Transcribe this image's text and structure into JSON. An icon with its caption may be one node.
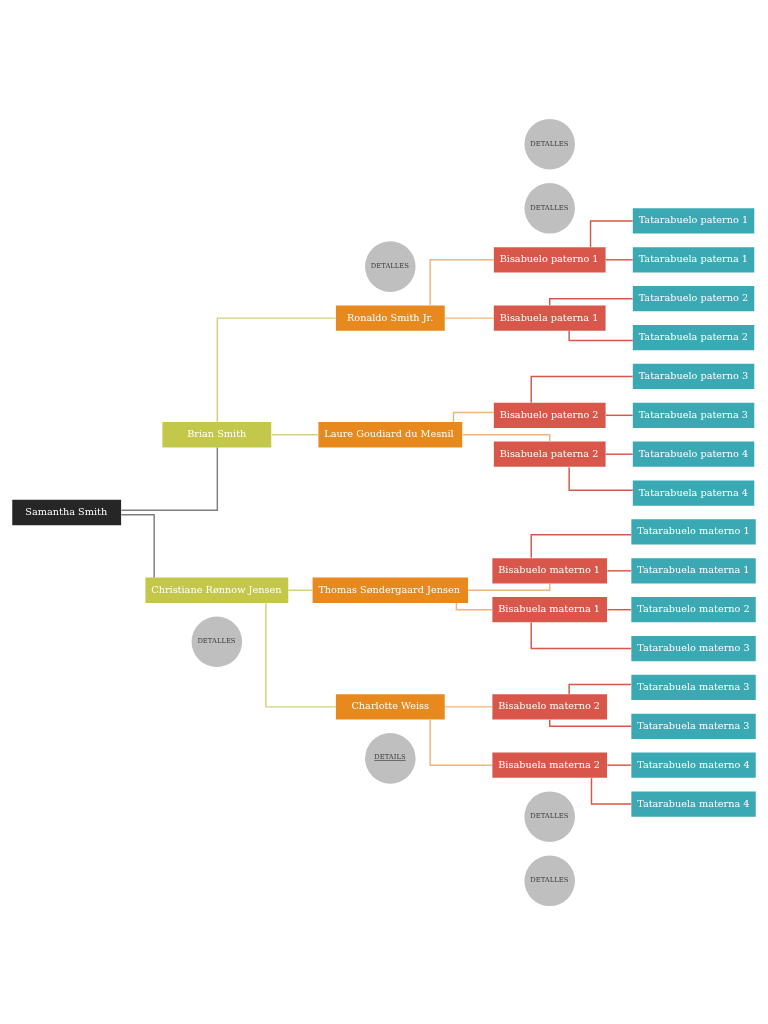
{
  "diagram": {
    "nodes": [
      {
        "text": [
          "Samantha Smith"
        ]
      },
      {
        "text": [
          "Brian Smith"
        ]
      },
      {
        "text": [
          "Christiane Rønnow Jensen"
        ]
      },
      {
        "text": [
          "Ronaldo Smith Jr."
        ]
      },
      {
        "text": [
          "Laure Goudiard du Mesnil"
        ]
      },
      {
        "text": [
          "Thomas Søndergaard Jensen"
        ]
      },
      {
        "text": [
          "Charlotte Weiss"
        ]
      },
      {
        "text": [
          "Bisabuelo paterno 1"
        ]
      },
      {
        "text": [
          "Bisabuela paterna 1"
        ]
      },
      {
        "text": [
          "Bisabuelo paterno 2"
        ]
      },
      {
        "text": [
          "Bisabuela paterna 2"
        ]
      },
      {
        "text": [
          "Bisabuelo materno 1"
        ]
      },
      {
        "text": [
          "Bisabuela materna 1"
        ]
      },
      {
        "text": [
          "Bisabuelo materno 2"
        ]
      },
      {
        "text": [
          "Bisabuela materna 2"
        ]
      },
      {
        "text": [
          "Tatarabuelo paterno 1"
        ]
      },
      {
        "text": [
          "Tatarabuela paterna 1"
        ]
      },
      {
        "text": [
          "Tatarabuelo paterno 2"
        ]
      },
      {
        "text": [
          "Tatarabuela paterna 2"
        ]
      },
      {
        "text": [
          "Tatarabuelo paterno 3"
        ]
      },
      {
        "text": [
          "Tatarabuela paterna 3"
        ]
      },
      {
        "text": [
          "Tatarabuelo paterno 4"
        ]
      },
      {
        "text": [
          "Tatarabuela paterna 4"
        ]
      },
      {
        "text": [
          "Tatarabuelo materno 1"
        ]
      },
      {
        "text": [
          "Tatarabuela materna 1"
        ]
      },
      {
        "text": [
          "Tatarabuelo materno 2"
        ]
      },
      {
        "text": [
          "Tatarabuelo materno 3"
        ]
      },
      {
        "text": [
          "Tatarabuela materna 3"
        ]
      },
      {
        "text": [
          "Tatarabuela materna 3"
        ]
      },
      {
        "text": [
          "Tatarabuelo materno 4"
        ]
      },
      {
        "text": [
          "Tatarabuela materna 4"
        ]
      },
      {
        "text": [
          "DETALLES"
        ]
      },
      {
        "text": [
          "DETAILS"
        ]
      },
      {
        "text": [
          "DETALLES"
        ]
      },
      {
        "text": [
          "DETALLES"
        ]
      },
      {
        "text": [
          "DETALLES"
        ]
      },
      {
        "text": [
          "DETALLES"
        ]
      },
      {
        "text": [
          "DETALLES"
        ]
      }
    ],
    "edges": [
      {
        "from": 0,
        "to": 1,
        "arrow": "none",
        "color": "#7f7f7f"
      },
      {
        "from": 0,
        "to": 2,
        "arrow": "none",
        "color": "#7f7f7f"
      },
      {
        "from": 1,
        "to": 3,
        "arrow": "none",
        "color": "#d2d27e"
      },
      {
        "from": 1,
        "to": 4,
        "arrow": "none",
        "color": "#d2d27e"
      },
      {
        "from": 2,
        "to": 5,
        "arrow": "none",
        "color": "#d2d27e"
      },
      {
        "from": 2,
        "to": 6,
        "arrow": "none",
        "color": "#d2d27e"
      },
      {
        "from": 3,
        "to": 7,
        "arrow": "none",
        "color": "#f2b47a"
      },
      {
        "from": 3,
        "to": 8,
        "arrow": "none",
        "color": "#f2b47a"
      },
      {
        "from": 4,
        "to": 9,
        "arrow": "none",
        "color": "#f2b47a"
      },
      {
        "from": 4,
        "to": 10,
        "arrow": "none",
        "color": "#f2b47a"
      },
      {
        "from": 5,
        "to": 11,
        "arrow": "none",
        "color": "#f2b47a"
      },
      {
        "from": 5,
        "to": 12,
        "arrow": "none",
        "color": "#f2b47a"
      },
      {
        "from": 6,
        "to": 13,
        "arrow": "none",
        "color": "#f2b47a"
      },
      {
        "from": 6,
        "to": 14,
        "arrow": "none",
        "color": "#f2b47a"
      },
      {
        "from": 7,
        "to": 15,
        "arrow": "none"
      },
      {
        "from": 7,
        "to": 16,
        "arrow": "none"
      },
      {
        "from": 8,
        "to": 17,
        "arrow": "none"
      },
      {
        "from": 8,
        "to": 18,
        "arrow": "none"
      },
      {
        "from": 9,
        "to": 19,
        "arrow": "none"
      },
      {
        "from": 9,
        "to": 20,
        "arrow": "none"
      },
      {
        "from": 10,
        "to": 21,
        "arrow": "none"
      },
      {
        "from": 10,
        "to": 22,
        "arrow": "none"
      },
      {
        "from": 11,
        "to": 23,
        "arrow": "none"
      },
      {
        "from": 11,
        "to": 24,
        "arrow": "none"
      },
      {
        "from": 12,
        "to": 25,
        "arrow": "none"
      },
      {
        "from": 12,
        "to": 26,
        "arrow": "none"
      },
      {
        "from": 13,
        "to": 27,
        "arrow": "none"
      },
      {
        "from": 13,
        "to": 28,
        "arrow": "none"
      },
      {
        "from": 14,
        "to": 29,
        "arrow": "none"
      },
      {
        "from": 14,
        "to": 30,
        "arrow": "none"
      }
    ]
  }
}
